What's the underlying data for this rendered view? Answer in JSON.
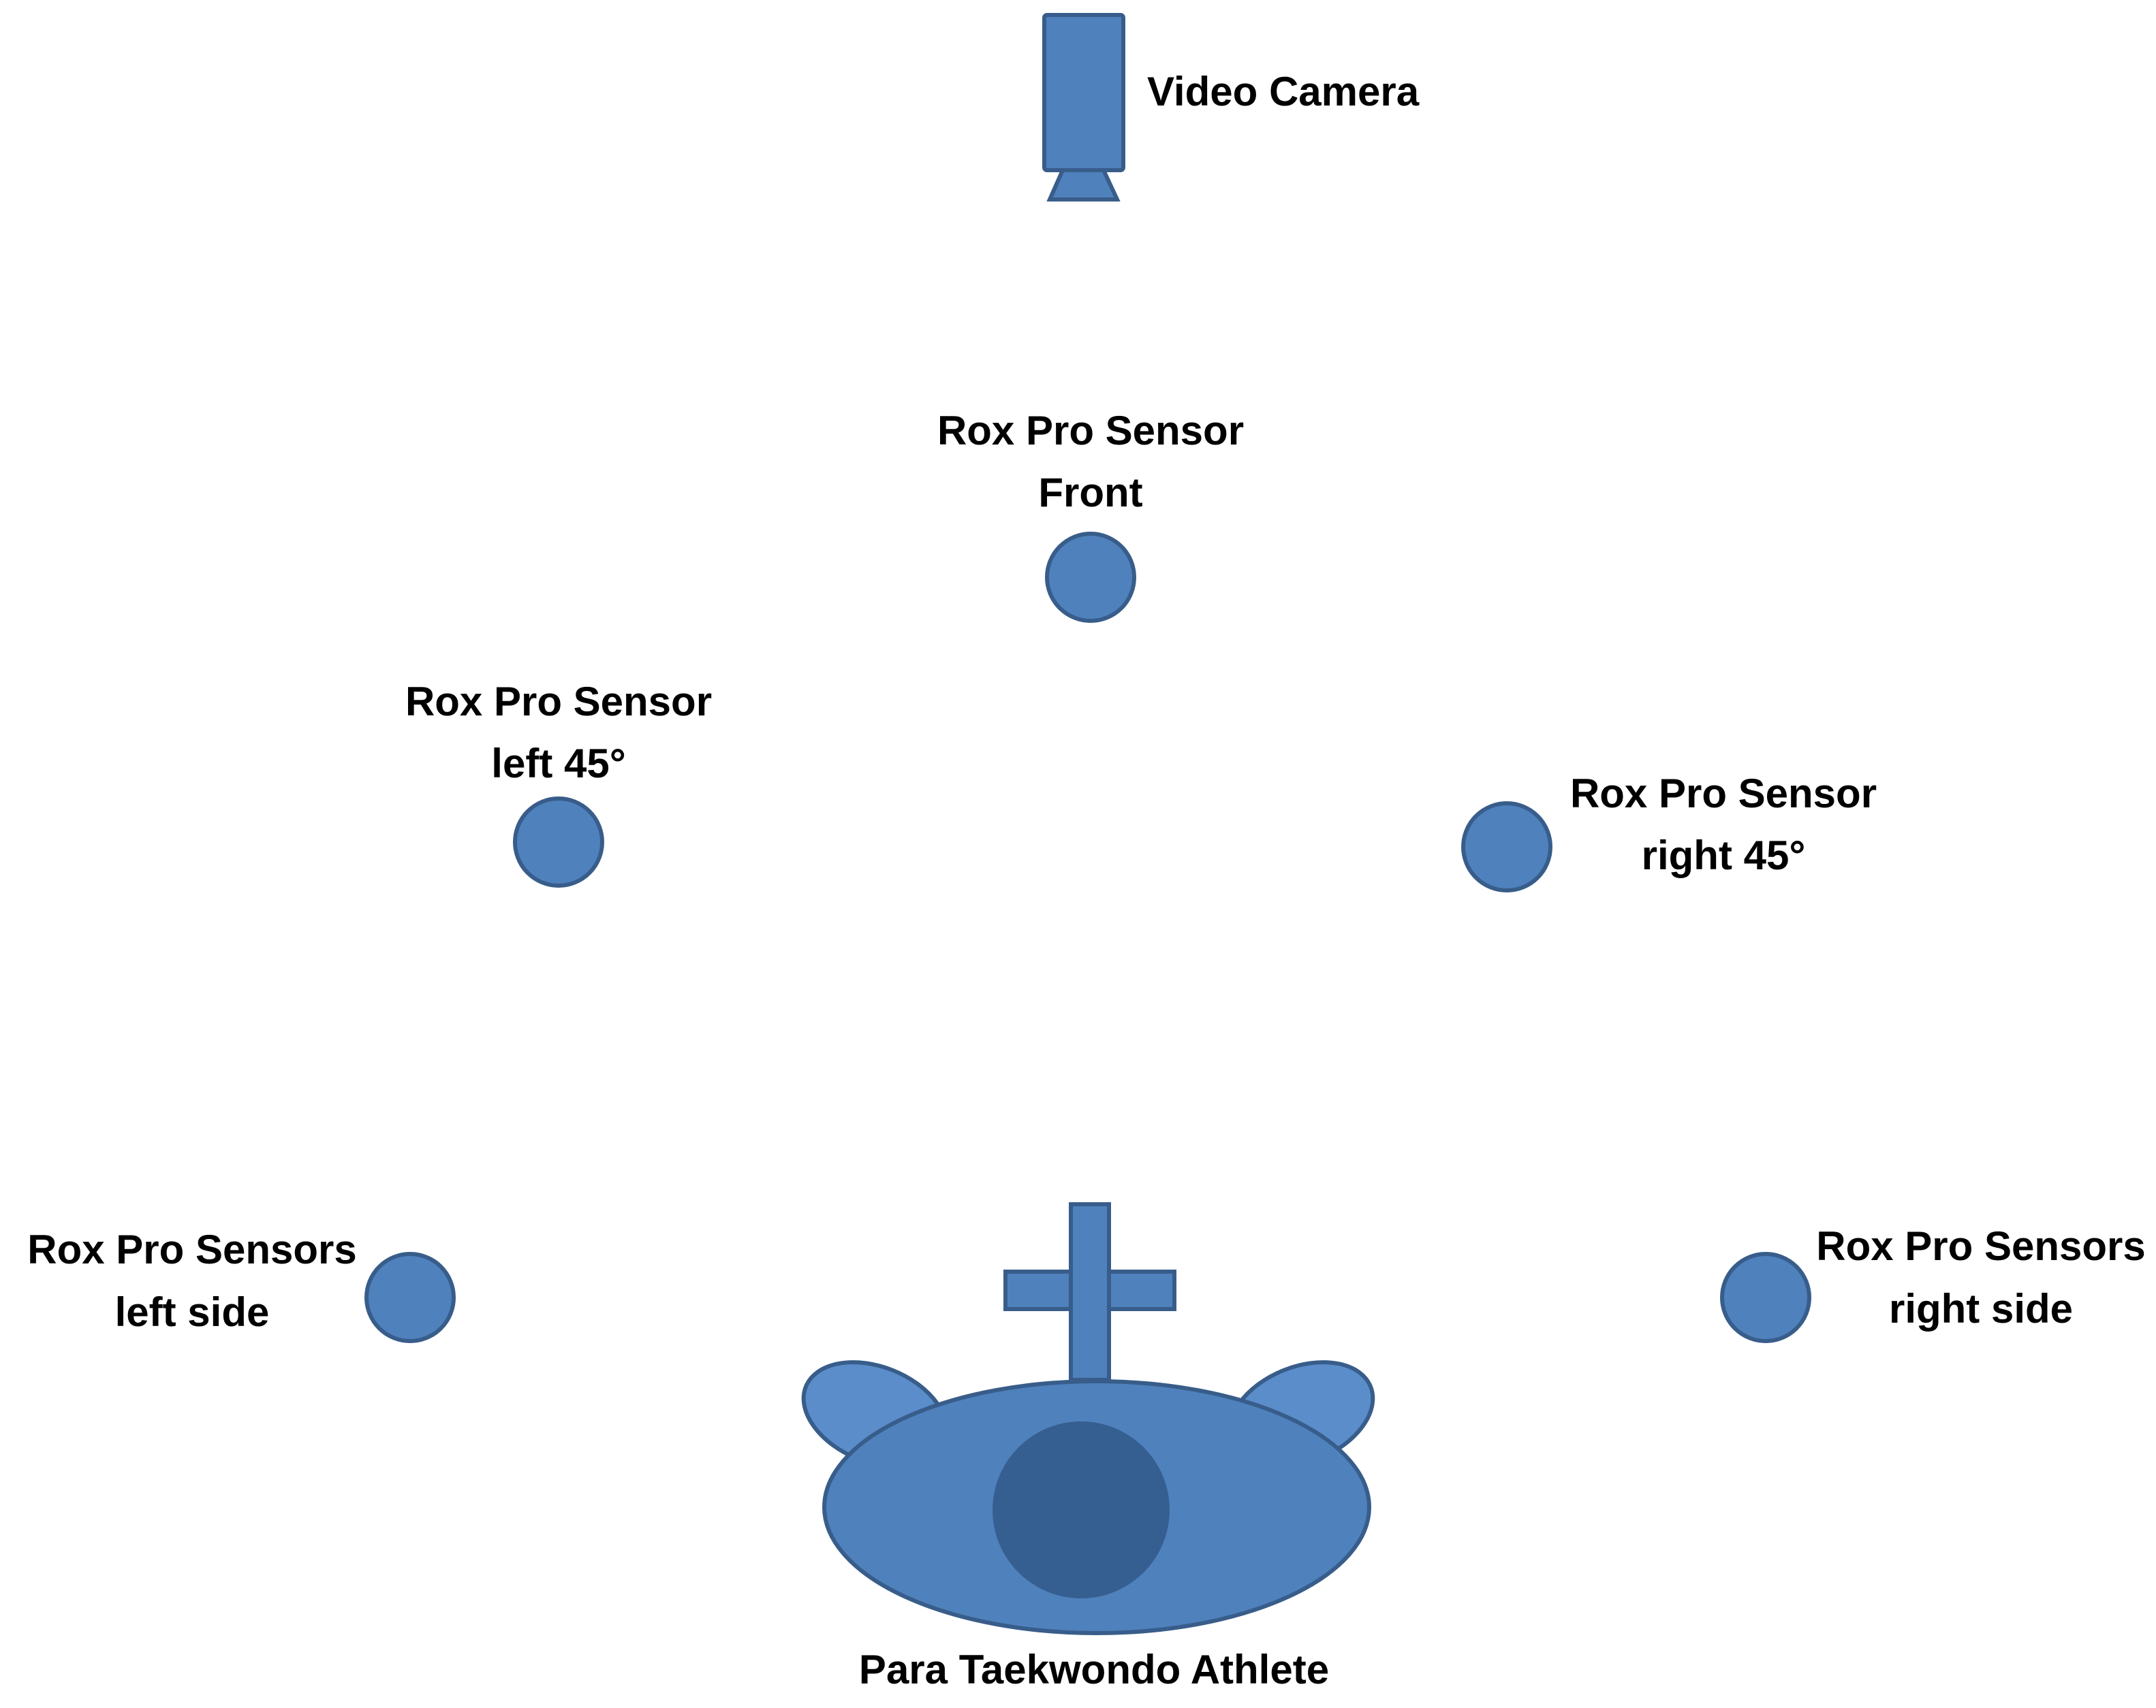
{
  "labels": {
    "camera": "Video Camera",
    "sensor_front_l1": "Rox Pro Sensor",
    "sensor_front_l2": "Front",
    "sensor_left45_l1": "Rox Pro Sensor",
    "sensor_left45_l2": "left 45°",
    "sensor_right45_l1": "Rox Pro Sensor",
    "sensor_right45_l2": "right 45°",
    "sensor_leftside_l1": "Rox Pro Sensors",
    "sensor_leftside_l2": "left side",
    "sensor_rightside_l1": "Rox Pro Sensors",
    "sensor_rightside_l2": "right side",
    "athlete": "Para Taekwondo Athlete"
  },
  "colors": {
    "shape_fill": "#4F81BD",
    "shape_stroke": "#385D8A",
    "arm_fill": "#5B8DCB",
    "head_fill": "#365F91",
    "text": "#000000"
  }
}
